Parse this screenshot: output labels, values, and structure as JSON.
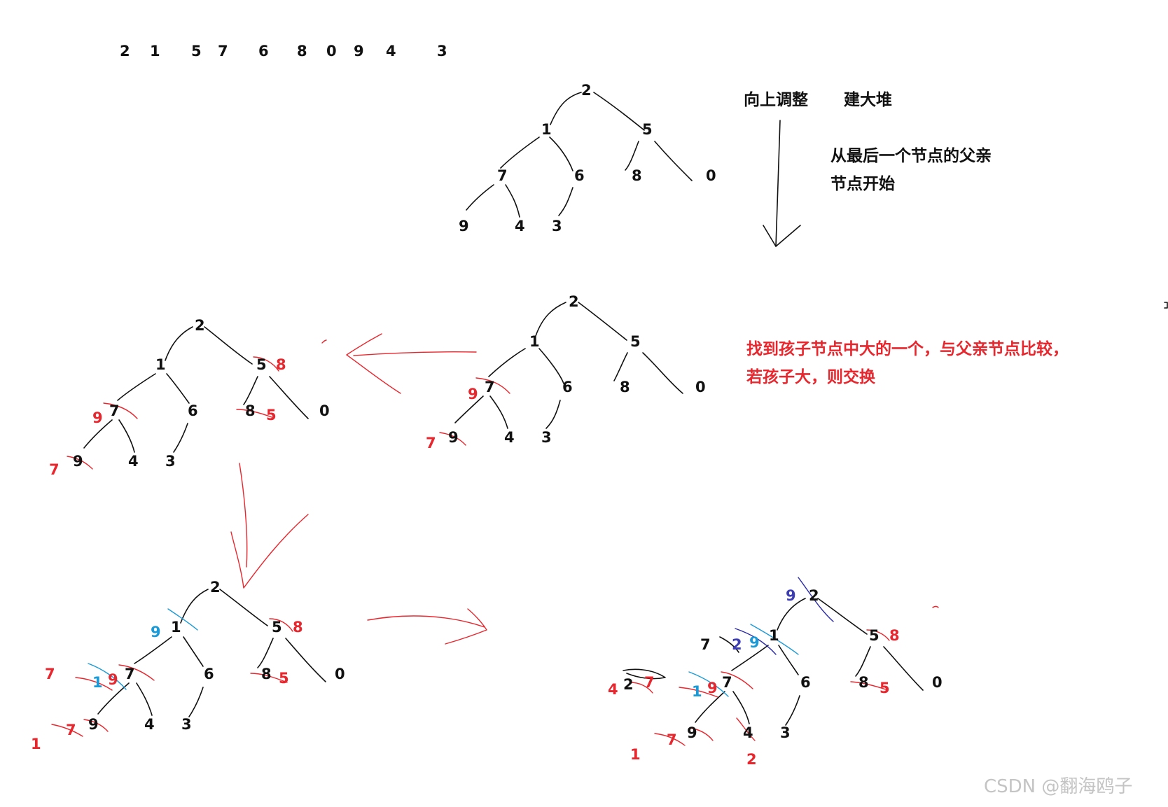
{
  "sequence": [
    "2",
    "1",
    "5",
    "7",
    "6",
    "8",
    "0",
    "9",
    "4",
    "3"
  ],
  "notes": {
    "method": "向上调整",
    "heap_type": "建大堆",
    "start_line1": "从最后一个节点的父亲",
    "start_line2": "节点开始",
    "rule_line1": "找到孩子节点中大的一个，与父亲节点比较，",
    "rule_line2": "若孩子大，则交换"
  },
  "colors": {
    "ink": "#111111",
    "red": "#e8262d",
    "blue": "#1a9ad6",
    "purple": "#3c3cb4"
  },
  "trees": {
    "t1": {
      "nodes": [
        "2",
        "1",
        "5",
        "7",
        "6",
        "8",
        "0",
        "9",
        "4",
        "3"
      ]
    },
    "t2": {
      "nodes": [
        "2",
        "1",
        "5",
        "7",
        "6",
        "8",
        "0",
        "9",
        "4",
        "3"
      ],
      "marks": [
        "9",
        "7"
      ]
    },
    "t3": {
      "nodes": [
        "2",
        "1",
        "5",
        "7",
        "6",
        "8",
        "0",
        "9",
        "4",
        "3"
      ],
      "marks": [
        "8",
        "9",
        "5",
        "7"
      ]
    },
    "t4": {
      "nodes": [
        "2",
        "1",
        "5",
        "7",
        "6",
        "8",
        "0",
        "9",
        "4",
        "3"
      ],
      "marks": [
        "9",
        "8",
        "7",
        "1",
        "9",
        "5",
        "7",
        "1"
      ]
    },
    "t5": {
      "nodes": [
        "2",
        "1",
        "5",
        "7",
        "6",
        "8",
        "0",
        "9",
        "4",
        "3"
      ],
      "marks": [
        "9",
        "7",
        "2",
        "9",
        "8",
        "2",
        "7",
        "4",
        "1",
        "9",
        "5",
        "7",
        "1",
        "2"
      ]
    }
  },
  "watermark": "CSDN @翻海鸥子"
}
